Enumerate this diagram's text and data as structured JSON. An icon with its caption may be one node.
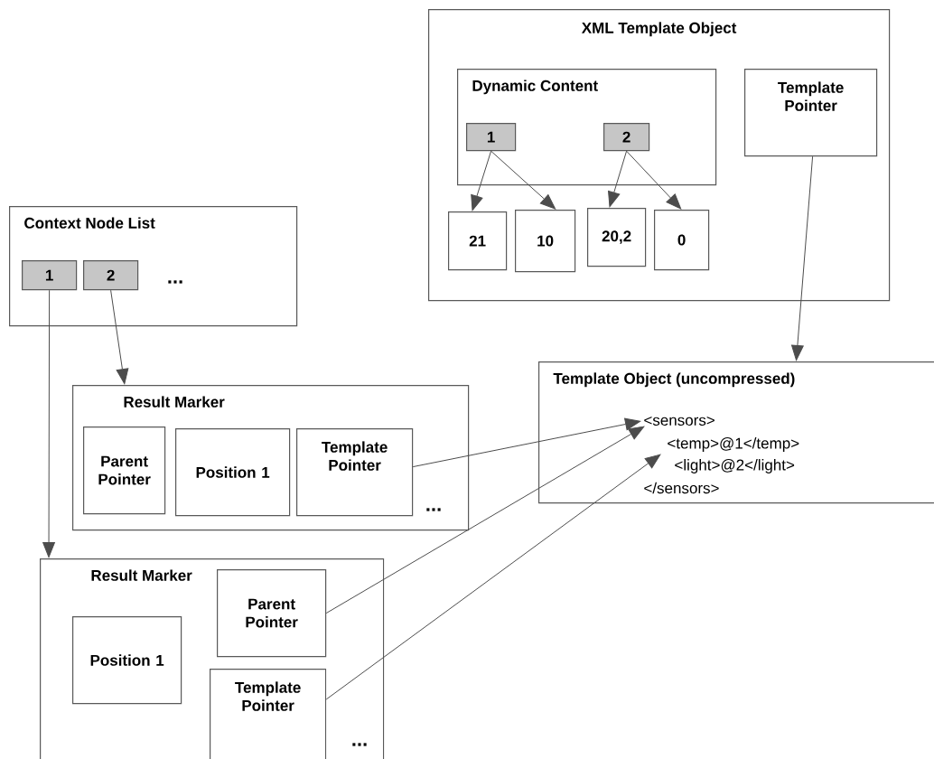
{
  "diagram": {
    "nodes": [
      {
        "text": [
          "XML Template Object"
        ]
      },
      {
        "text": [
          "Dynamic Content"
        ],
        "in": 0
      },
      {
        "text": [
          "1"
        ],
        "in": 1
      },
      {
        "text": [
          "2"
        ],
        "in": 1
      },
      {
        "text": [
          "21"
        ],
        "in": 0
      },
      {
        "text": [
          "10"
        ],
        "in": 0
      },
      {
        "text": [
          "20,2"
        ],
        "in": 0
      },
      {
        "text": [
          "0"
        ],
        "in": 0
      },
      {
        "text": [
          "Template Pointer"
        ],
        "in": 0
      },
      {
        "text": [
          "Context Node List"
        ]
      },
      {
        "text": [
          "1"
        ],
        "in": 9
      },
      {
        "text": [
          "2"
        ],
        "in": 9
      },
      {
        "text": [
          "Result Marker"
        ]
      },
      {
        "text": [
          "Parent Pointer"
        ],
        "in": 12
      },
      {
        "text": [
          "Position 1"
        ],
        "in": 12
      },
      {
        "text": [
          "Template Pointer"
        ],
        "in": 12
      },
      {
        "text": [
          "Template Object (uncompressed)"
        ]
      },
      {
        "text": [
          "<sensors>"
        ],
        "in": 16
      },
      {
        "text": [
          "<temp>@1</temp>"
        ],
        "in": 16
      },
      {
        "text": [
          "<light>@2</light>"
        ],
        "in": 16
      },
      {
        "text": [
          "</sensors>"
        ],
        "in": 16
      },
      {
        "text": [
          "Result Marker"
        ]
      },
      {
        "text": [
          "Position 1"
        ],
        "in": 21
      },
      {
        "text": [
          "Parent Pointer"
        ],
        "in": 21
      },
      {
        "text": [
          "Template Pointer"
        ],
        "in": 21
      }
    ],
    "edges": [
      {
        "from": 2,
        "to": 4,
        "arrow": "to"
      },
      {
        "from": 2,
        "to": 5,
        "arrow": "to"
      },
      {
        "from": 3,
        "to": 6,
        "arrow": "to"
      },
      {
        "from": 3,
        "to": 7,
        "arrow": "to"
      },
      {
        "from": 8,
        "to": 16,
        "arrow": "to"
      },
      {
        "from": 11,
        "to": 12,
        "arrow": "to"
      },
      {
        "from": 10,
        "to": 21,
        "arrow": "to"
      },
      {
        "from": 15,
        "to": 17,
        "arrow": "to"
      },
      {
        "from": 23,
        "to": 17,
        "arrow": "to"
      },
      {
        "from": 24,
        "to": 18,
        "arrow": "to"
      }
    ],
    "labels": [
      "...",
      "...",
      "..."
    ]
  }
}
